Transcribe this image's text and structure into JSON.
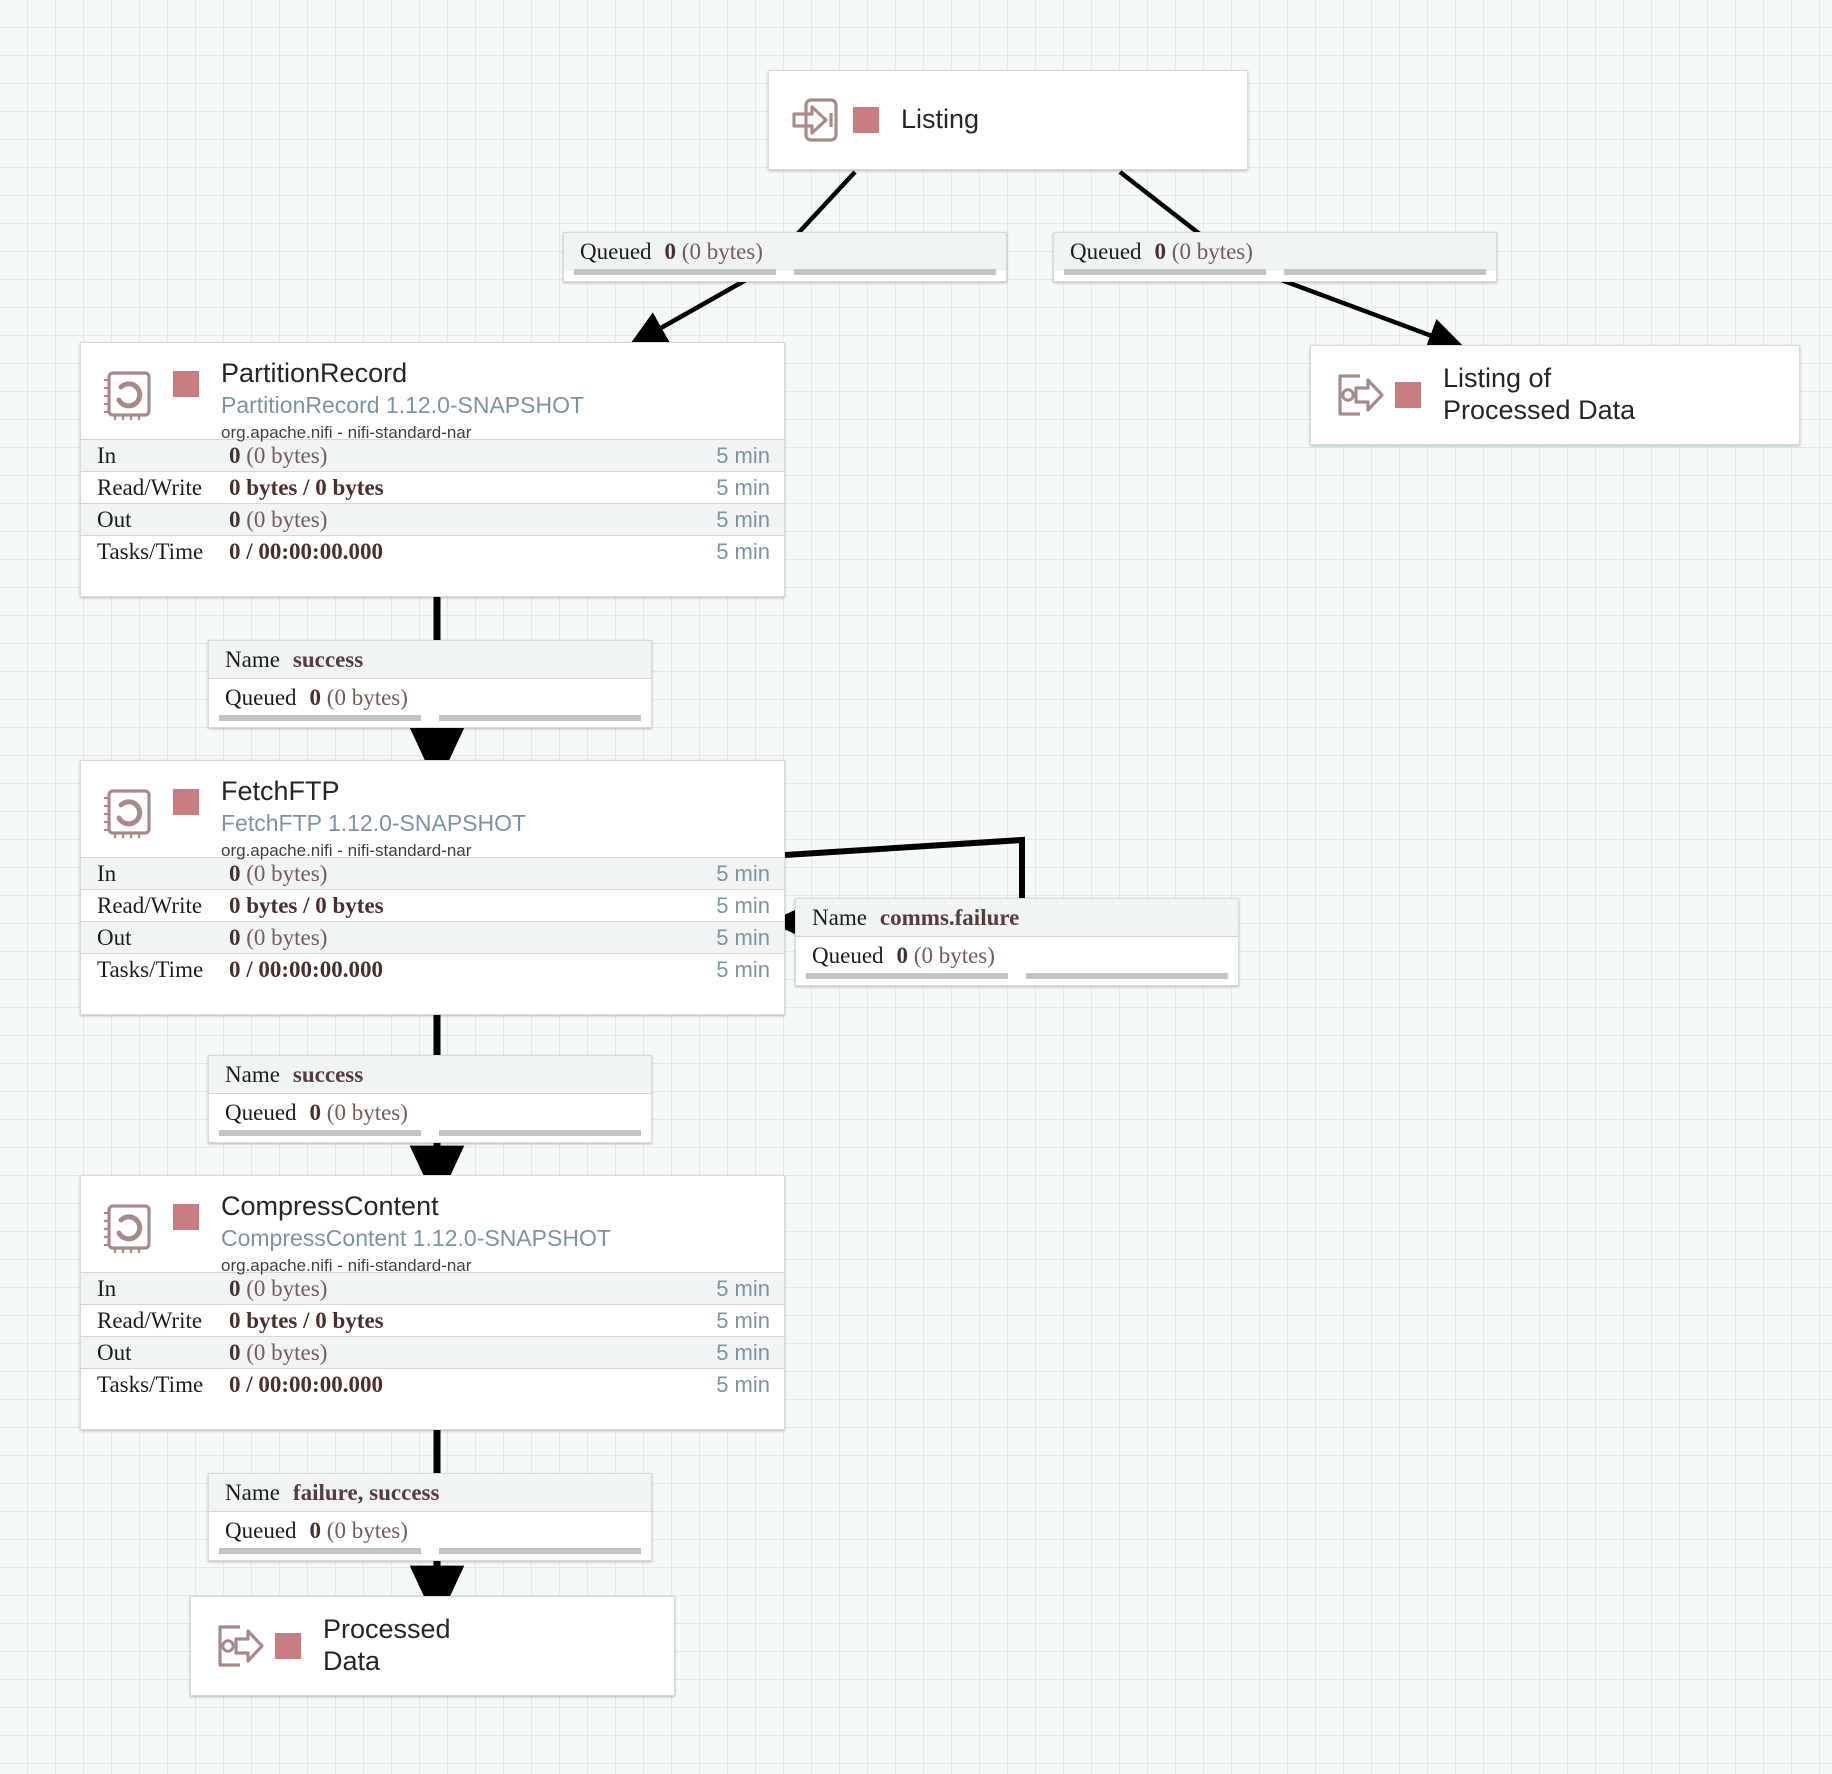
{
  "canvas": {
    "grid_size": 28,
    "background_color": "#f6f9fa",
    "grid_color": "#e1eaea"
  },
  "colors": {
    "run_indicator": "#c87d80",
    "processor_type_text": "#7b94a3",
    "stat_time_text": "#7b94a3",
    "stat_value_text": "#5a3b3b",
    "edge_stroke": "#000000",
    "node_border": "#d6dcdc",
    "row_alt_background": "#f1f4f5"
  },
  "nodes": {
    "listing_input_port": {
      "label": "Listing",
      "icon": "input-port-icon",
      "run_status": "stopped"
    },
    "listing_of_processed_data_output_port": {
      "label": "Listing of\nProcessed Data",
      "icon": "output-port-icon",
      "run_status": "stopped"
    },
    "processed_data_output_port": {
      "label": "Processed\nData",
      "icon": "output-port-icon",
      "run_status": "stopped"
    },
    "partition_record": {
      "name": "PartitionRecord",
      "type": "PartitionRecord 1.12.0-SNAPSHOT",
      "bundle": "org.apache.nifi - nifi-standard-nar",
      "icon": "processor-icon",
      "run_status": "stopped",
      "stats": [
        {
          "label": "In",
          "value_bold": "0",
          "value_rest": " (0 bytes)",
          "time": "5 min"
        },
        {
          "label": "Read/Write",
          "value_bold": "0 bytes / 0 bytes",
          "value_rest": "",
          "time": "5 min"
        },
        {
          "label": "Out",
          "value_bold": "0",
          "value_rest": " (0 bytes)",
          "time": "5 min"
        },
        {
          "label": "Tasks/Time",
          "value_bold": "0 / 00:00:00.000",
          "value_rest": "",
          "time": "5 min"
        }
      ]
    },
    "fetch_ftp": {
      "name": "FetchFTP",
      "type": "FetchFTP 1.12.0-SNAPSHOT",
      "bundle": "org.apache.nifi - nifi-standard-nar",
      "icon": "processor-icon",
      "run_status": "stopped",
      "stats": [
        {
          "label": "In",
          "value_bold": "0",
          "value_rest": " (0 bytes)",
          "time": "5 min"
        },
        {
          "label": "Read/Write",
          "value_bold": "0 bytes / 0 bytes",
          "value_rest": "",
          "time": "5 min"
        },
        {
          "label": "Out",
          "value_bold": "0",
          "value_rest": " (0 bytes)",
          "time": "5 min"
        },
        {
          "label": "Tasks/Time",
          "value_bold": "0 / 00:00:00.000",
          "value_rest": "",
          "time": "5 min"
        }
      ]
    },
    "compress_content": {
      "name": "CompressContent",
      "type": "CompressContent 1.12.0-SNAPSHOT",
      "bundle": "org.apache.nifi - nifi-standard-nar",
      "icon": "processor-icon",
      "run_status": "stopped",
      "stats": [
        {
          "label": "In",
          "value_bold": "0",
          "value_rest": " (0 bytes)",
          "time": "5 min"
        },
        {
          "label": "Read/Write",
          "value_bold": "0 bytes / 0 bytes",
          "value_rest": "",
          "time": "5 min"
        },
        {
          "label": "Out",
          "value_bold": "0",
          "value_rest": " (0 bytes)",
          "time": "5 min"
        },
        {
          "label": "Tasks/Time",
          "value_bold": "0 / 00:00:00.000",
          "value_rest": "",
          "time": "5 min"
        }
      ]
    }
  },
  "connections": {
    "listing_to_partition_record": {
      "queued_key": "Queued",
      "queued_count": "0",
      "queued_size": "(0 bytes)"
    },
    "listing_to_listing_output": {
      "queued_key": "Queued",
      "queued_count": "0",
      "queued_size": "(0 bytes)"
    },
    "partition_to_fetch": {
      "name_key": "Name",
      "name_value": "success",
      "queued_key": "Queued",
      "queued_count": "0",
      "queued_size": "(0 bytes)"
    },
    "fetch_comms_failure": {
      "name_key": "Name",
      "name_value": "comms.failure",
      "queued_key": "Queued",
      "queued_count": "0",
      "queued_size": "(0 bytes)"
    },
    "fetch_to_compress": {
      "name_key": "Name",
      "name_value": "success",
      "queued_key": "Queued",
      "queued_count": "0",
      "queued_size": "(0 bytes)"
    },
    "compress_to_processed": {
      "name_key": "Name",
      "name_value": "failure, success",
      "queued_key": "Queued",
      "queued_count": "0",
      "queued_size": "(0 bytes)"
    }
  }
}
